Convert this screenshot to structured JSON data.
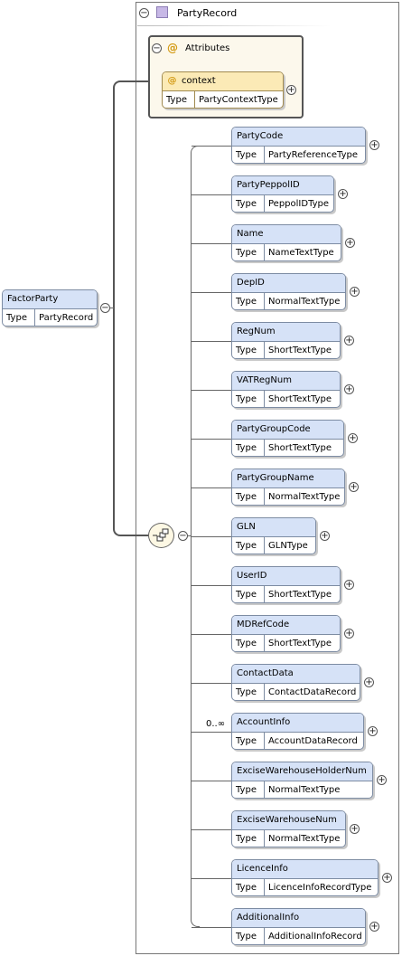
{
  "root": {
    "name": "FactorParty",
    "type_label": "Type",
    "type": "PartyRecord"
  },
  "complex_type": {
    "title": "PartyRecord"
  },
  "attributes": {
    "header": "Attributes",
    "items": [
      {
        "name": "context",
        "type_label": "Type",
        "type": "PartyContextType"
      }
    ]
  },
  "sequence": {
    "icon": "sequence-icon"
  },
  "elements": [
    {
      "name": "PartyCode",
      "type_label": "Type",
      "type": "PartyReferenceType",
      "occurs": ""
    },
    {
      "name": "PartyPeppolID",
      "type_label": "Type",
      "type": "PeppolIDType",
      "occurs": ""
    },
    {
      "name": "Name",
      "type_label": "Type",
      "type": "NameTextType",
      "occurs": ""
    },
    {
      "name": "DepID",
      "type_label": "Type",
      "type": "NormalTextType",
      "occurs": ""
    },
    {
      "name": "RegNum",
      "type_label": "Type",
      "type": "ShortTextType",
      "occurs": ""
    },
    {
      "name": "VATRegNum",
      "type_label": "Type",
      "type": "ShortTextType",
      "occurs": ""
    },
    {
      "name": "PartyGroupCode",
      "type_label": "Type",
      "type": "ShortTextType",
      "occurs": ""
    },
    {
      "name": "PartyGroupName",
      "type_label": "Type",
      "type": "NormalTextType",
      "occurs": ""
    },
    {
      "name": "GLN",
      "type_label": "Type",
      "type": "GLNType",
      "occurs": ""
    },
    {
      "name": "UserID",
      "type_label": "Type",
      "type": "ShortTextType",
      "occurs": ""
    },
    {
      "name": "MDRefCode",
      "type_label": "Type",
      "type": "ShortTextType",
      "occurs": ""
    },
    {
      "name": "ContactData",
      "type_label": "Type",
      "type": "ContactDataRecord",
      "occurs": ""
    },
    {
      "name": "AccountInfo",
      "type_label": "Type",
      "type": "AccountDataRecord",
      "occurs": "0..∞"
    },
    {
      "name": "ExciseWarehouseHolderNum",
      "type_label": "Type",
      "type": "NormalTextType",
      "occurs": ""
    },
    {
      "name": "ExciseWarehouseNum",
      "type_label": "Type",
      "type": "NormalTextType",
      "occurs": ""
    },
    {
      "name": "LicenceInfo",
      "type_label": "Type",
      "type": "LicenceInfoRecordType",
      "occurs": ""
    },
    {
      "name": "AdditionalInfo",
      "type_label": "Type",
      "type": "AdditionalInfoRecord",
      "occurs": ""
    }
  ]
}
